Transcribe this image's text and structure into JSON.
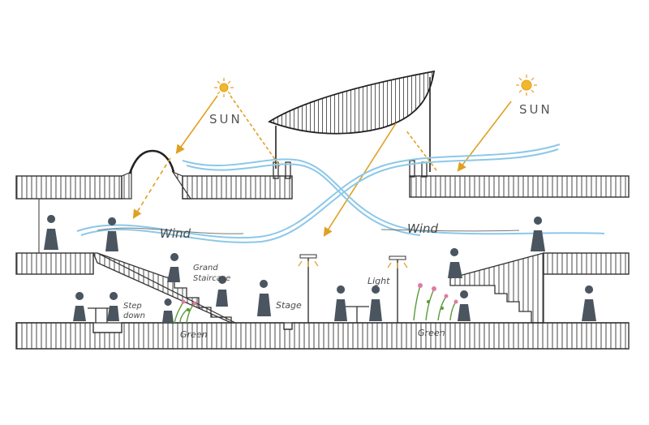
{
  "diagram": {
    "labels": {
      "sun_left": "SUN",
      "sun_right": "SUN",
      "wind_left": "Wind",
      "wind_right": "Wind",
      "grand_staircase_line1": "Grand",
      "grand_staircase_line2": "Staircase",
      "step_down_line1": "Step",
      "step_down_line2": "down",
      "stage": "Stage",
      "light": "Light",
      "green_left": "Green",
      "green_right": "Green"
    },
    "colors": {
      "ink": "#333333",
      "sun_ray": "#e0a020",
      "sun": "#f2b72a",
      "wind": "#8cc8e8",
      "figure": "#4a5560",
      "flower_pink": "#e07aa8",
      "plant_green": "#5a9a3a"
    }
  }
}
